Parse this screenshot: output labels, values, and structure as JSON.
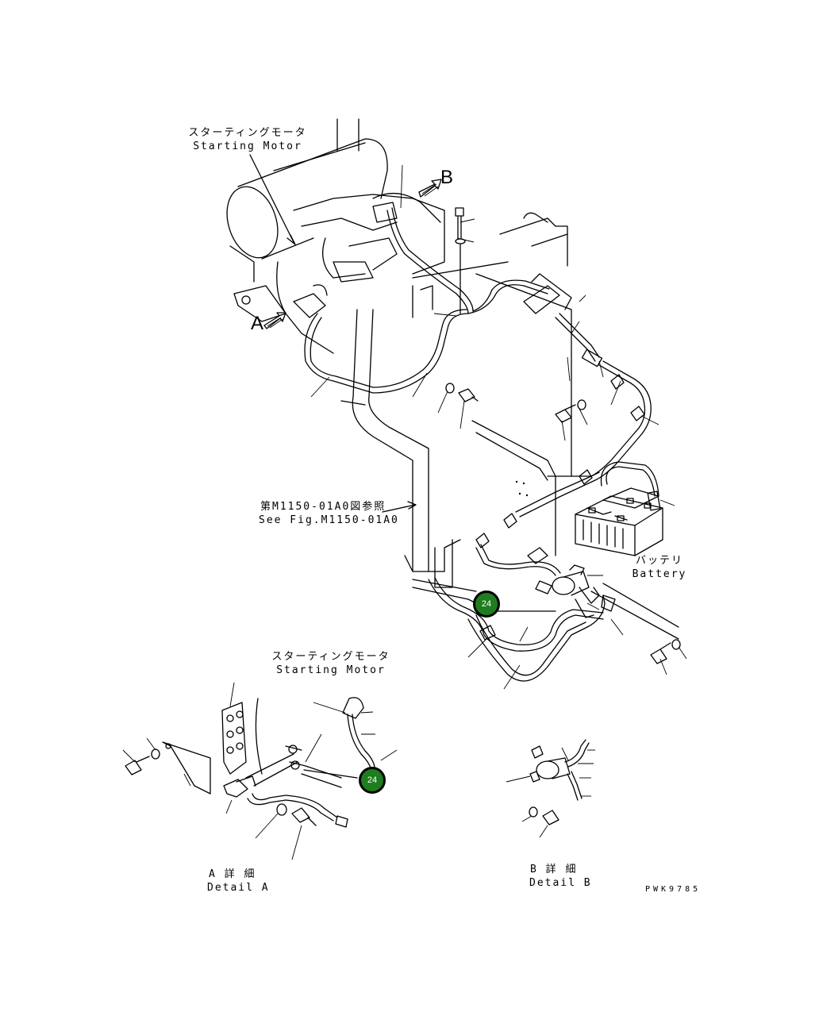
{
  "labels": {
    "starting_motor_jp": "スターティングモータ",
    "starting_motor_en": "Starting Motor",
    "view_b": "B",
    "view_a": "A",
    "see_fig_jp": "第M1150-01A0図参照",
    "see_fig_en": "See Fig.M1150-01A0",
    "battery_jp": "バッテリ",
    "battery_en": "Battery",
    "detail_starting_motor_jp": "スターティングモータ",
    "detail_starting_motor_en": "Starting Motor",
    "detail_a_jp": "A 詳 細",
    "detail_a_en": "Detail A",
    "detail_b_jp": "B 詳 細",
    "detail_b_en": "Detail B",
    "drawing_code": "PWK9785"
  },
  "callouts": [
    {
      "text": "24"
    },
    {
      "text": "24"
    }
  ],
  "colors": {
    "callout_fill": "#1e7d1e",
    "line": "#000000"
  }
}
